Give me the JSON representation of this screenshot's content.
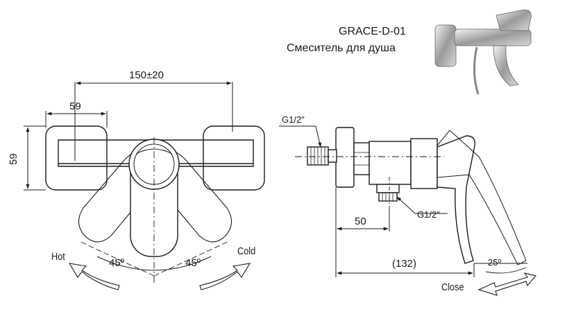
{
  "header": {
    "model": "GRACE-D-01",
    "subtitle": "Смеситель для душа"
  },
  "front_view": {
    "width_dim": "150±20",
    "offset_dim": "59",
    "height_dim": "59",
    "hot_label": "Hot",
    "cold_label": "Cold",
    "left_angle": "45º",
    "right_angle": "45º"
  },
  "side_view": {
    "inlet_thread": "G1/2\"",
    "outlet_thread": "G1/2\"",
    "depth_dim": "50",
    "total_dim": "(132)",
    "angle": "25º",
    "close_label": "Close"
  },
  "icons": {
    "product_photo": "mixer-photo-icon"
  },
  "colors": {
    "line": "#1a1a1a",
    "background": "#ffffff"
  }
}
